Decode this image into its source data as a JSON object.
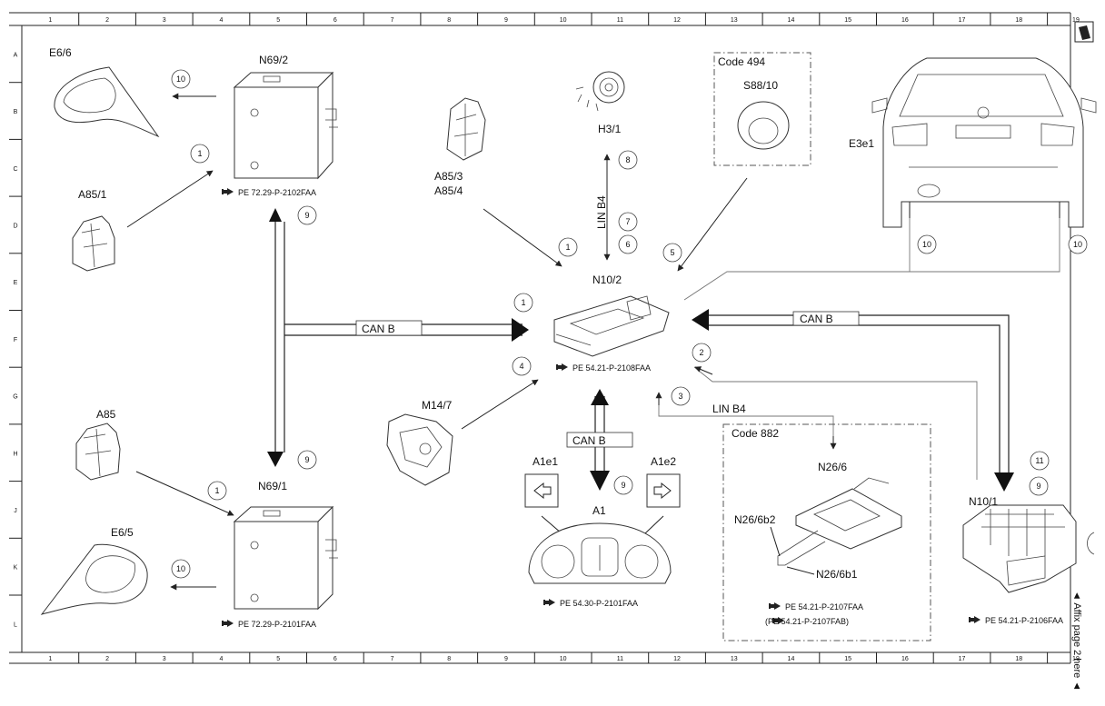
{
  "grid": {
    "columns": [
      "1",
      "2",
      "3",
      "4",
      "5",
      "6",
      "7",
      "8",
      "9",
      "10",
      "11",
      "12",
      "13",
      "14",
      "15",
      "16",
      "17",
      "18",
      "19"
    ],
    "rows": [
      "A",
      "B",
      "C",
      "D",
      "E",
      "F",
      "G",
      "H",
      "J",
      "K",
      "L"
    ]
  },
  "components": {
    "e6_6": "E6/6",
    "n69_2": "N69/2",
    "a85_1": "A85/1",
    "a85_3": "A85/3",
    "a85_4": "A85/4",
    "h3_1": "H3/1",
    "code_494": "Code 494",
    "s88_10": "S88/10",
    "e3e1": "E3e1",
    "n10_2": "N10/2",
    "m14_7": "M14/7",
    "a85": "A85",
    "n69_1": "N69/1",
    "e6_5": "E6/5",
    "a1e1": "A1e1",
    "a1e2": "A1e2",
    "a1": "A1",
    "code_882": "Code 882",
    "n26_6": "N26/6",
    "n26_6b2": "N26/6b2",
    "n26_6b1": "N26/6b1",
    "n10_1": "N10/1"
  },
  "references": {
    "n69_2": "PE 72.29-P-2102FAA",
    "n69_1": "PE 72.29-P-2101FAA",
    "n10_2": "PE 54.21-P-2108FAA",
    "a1": "PE 54.30-P-2101FAA",
    "n26_6_a": "PE 54.21-P-2107FAA",
    "n26_6_b": "(PE 54.21-P-2107FAB)",
    "n10_1": "PE 54.21-P-2106FAA"
  },
  "buses": {
    "can_b": "CAN B",
    "lin_b4": "LIN B4"
  },
  "callouts": {
    "c10_e66": "10",
    "c1_a851": "1",
    "c9_upper": "9",
    "c8": "8",
    "c7": "7",
    "c6": "6",
    "c1_a853": "1",
    "c5": "5",
    "c10_left": "10",
    "c10_right": "10",
    "c1_canb": "1",
    "c2": "2",
    "c4": "4",
    "c3": "3",
    "c9_lower": "9",
    "c1_a85": "1",
    "c9_a1": "9",
    "c11": "11",
    "c9_n101": "9",
    "c10_e65": "10"
  },
  "side_note": "◄ Affix page 2 here ◄",
  "icons": [
    "manual-reference-icon",
    "arrow-left-icon",
    "arrow-right-icon",
    "corner-page-icon"
  ]
}
